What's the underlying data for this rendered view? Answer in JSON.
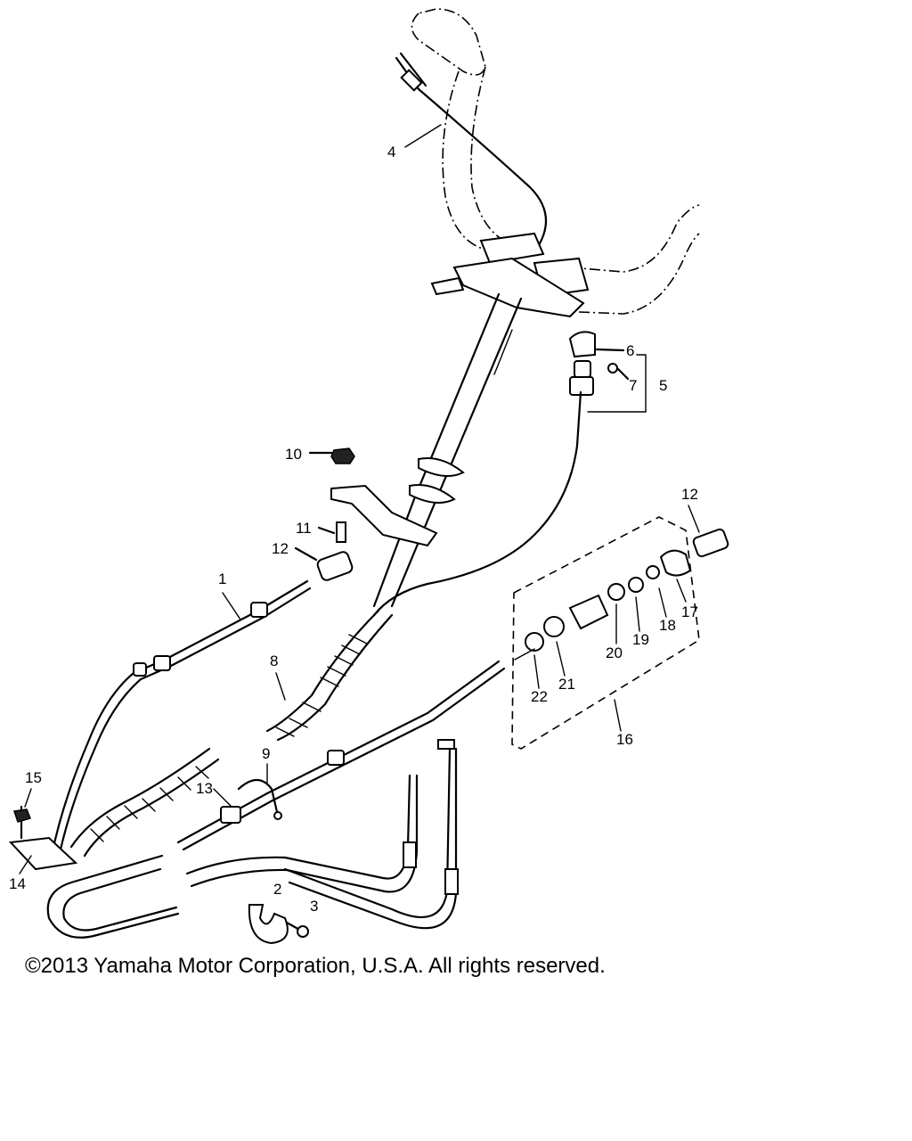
{
  "callouts": {
    "c1": "1",
    "c2": "2",
    "c3": "3",
    "c4": "4",
    "c5": "5",
    "c6": "6",
    "c7": "7",
    "c8": "8",
    "c9": "9",
    "c10": "10",
    "c11": "11",
    "c12a": "12",
    "c12b": "12",
    "c13": "13",
    "c14": "14",
    "c15": "15",
    "c16": "16",
    "c17": "17",
    "c18": "18",
    "c19": "19",
    "c20": "20",
    "c21": "21",
    "c22": "22"
  },
  "copyright": "©2013 Yamaha Motor Corporation, U.S.A. All rights reserved."
}
